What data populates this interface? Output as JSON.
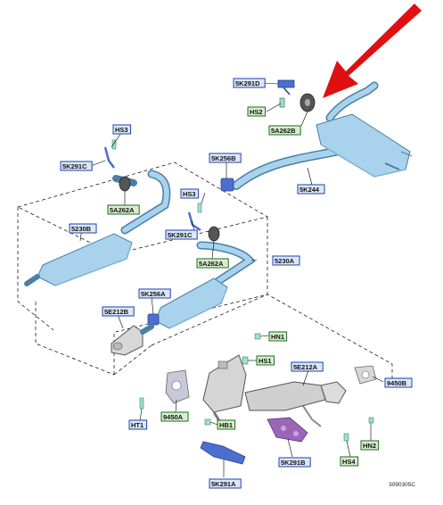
{
  "colors": {
    "part_fill": "#a9d3ec",
    "part_dark": "#7fb2d4",
    "part_stroke": "#4a7fa6",
    "label_blue_fill": "#dce8f7",
    "label_blue_stroke": "#1e3fb0",
    "label_green_fill": "#d8efcf",
    "label_green_stroke": "#1d6b1d",
    "arrow": "#e01010",
    "leader": "#000000",
    "outline_dash": "#000000",
    "purple_gasket": "#8a5aa3"
  },
  "labels": {
    "5K291D": "5K291D",
    "HS2": "HS2",
    "5A262B": "5A262B",
    "HS3_top": "HS3",
    "5K291C_top": "5K291C",
    "5A262A_top": "5A262A",
    "5K256B": "5K256B",
    "5K244": "5K244",
    "HS3_mid": "HS3",
    "5K291C_mid": "5K291C",
    "5A262A_mid": "5A262A",
    "5230B": "5230B",
    "5230A": "5230A",
    "5K256A": "5K256A",
    "5E212B": "5E212B",
    "HN1": "HN1",
    "HS1": "HS1",
    "5E212A": "5E212A",
    "9450B": "9450B",
    "9450A": "9450A",
    "HT1": "HT1",
    "HB1": "HB1",
    "5K291B": "5K291B",
    "HS4": "HS4",
    "HN2": "HN2",
    "5K291A": "5K291A"
  },
  "doc_id": "3090305C",
  "icons": {
    "highlight_arrow": "red-arrow-icon"
  }
}
